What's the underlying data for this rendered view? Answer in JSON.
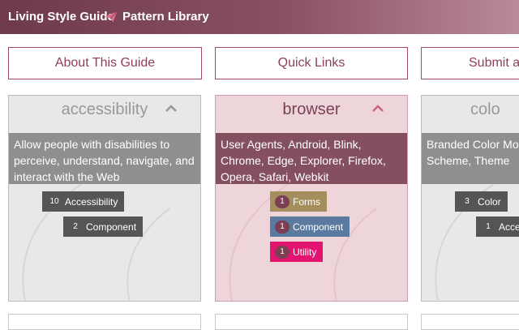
{
  "header": {
    "app_title": "Living Style Guide",
    "section_title": "Pattern Library",
    "icon": "paper-plane-icon"
  },
  "links": [
    {
      "label": "About This Guide"
    },
    {
      "label": "Quick Links"
    },
    {
      "label": "Submit a"
    }
  ],
  "cards": [
    {
      "title": "accessibility",
      "description": "Allow people with disabilities to perceive, understand, navigate, and interact with the Web",
      "tags": [
        {
          "count": "10",
          "label": "Accessibility"
        },
        {
          "count": "2",
          "label": "Component"
        }
      ]
    },
    {
      "title": "browser",
      "description": "User Agents, Android, Blink, Chrome, Edge, Explorer, Firefox, Opera, Safari, Webkit",
      "tags": [
        {
          "count": "1",
          "label": "Forms",
          "color": "#a58e5e"
        },
        {
          "count": "1",
          "label": "Component",
          "color": "#5a7aa0"
        },
        {
          "count": "1",
          "label": "Utility",
          "color": "#e31470"
        }
      ]
    },
    {
      "title": "colo",
      "description": "Branded Color Mot Scheme, Theme",
      "tags": [
        {
          "count": "3",
          "label": "Color"
        },
        {
          "count": "1",
          "label": "Acce"
        }
      ]
    }
  ],
  "colors": {
    "header_start": "#6e3a4c",
    "accent": "#a24b67",
    "card_gray": "#e8e8e8",
    "card_rose": "#edd5da"
  }
}
